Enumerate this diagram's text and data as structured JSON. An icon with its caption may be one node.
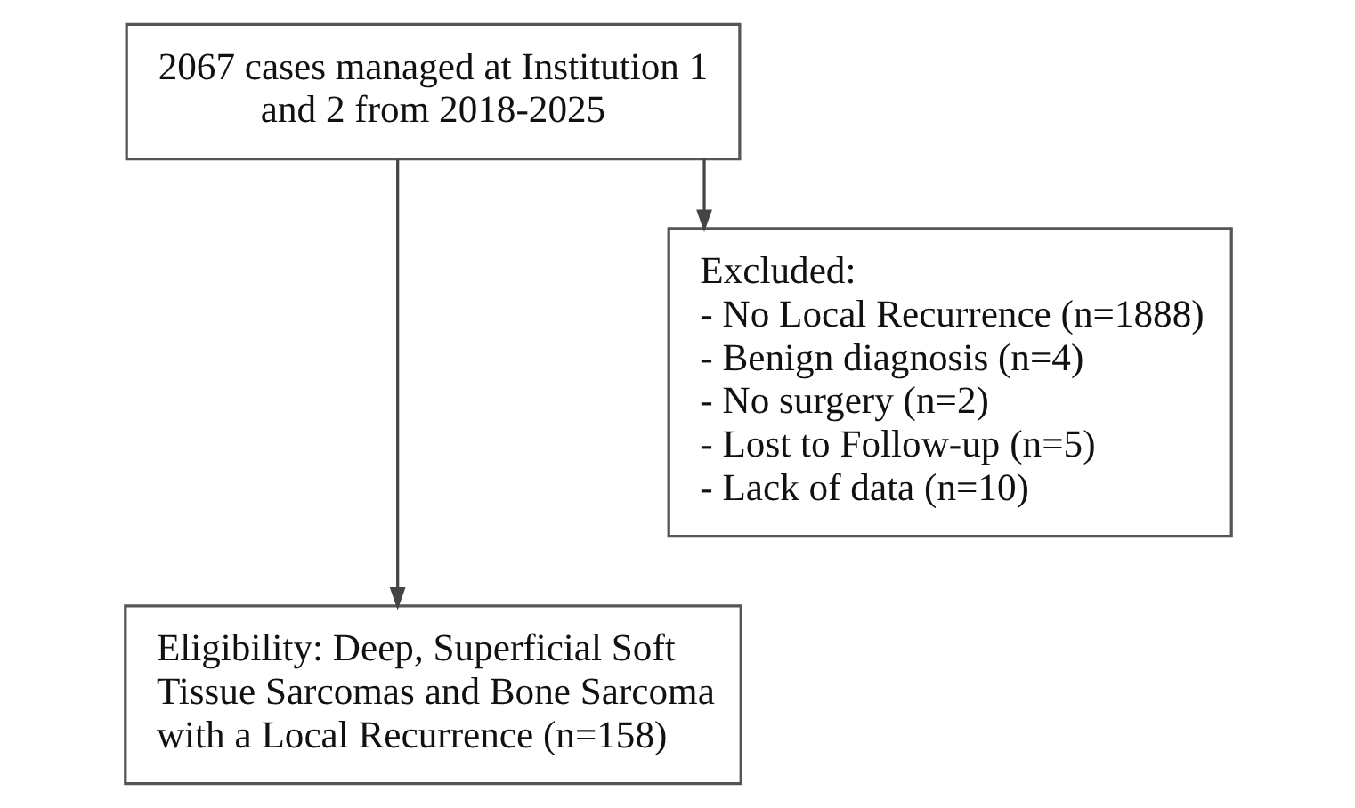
{
  "diagram": {
    "nodes": [
      {
        "text": [
          "2067 cases managed at Institution 1 and 2 from 2018-2025"
        ]
      },
      {
        "text": [
          "Excluded:",
          "- No Local Recurrence (n=1888)",
          "- Benign diagnosis (n=4)",
          "- No surgery (n=2)",
          "- Lost to Follow-up (n=5)",
          "- Lack of data (n=10)"
        ]
      },
      {
        "text": [
          "Eligibility: Deep, Superficial Soft Tissue Sarcomas and Bone Sarcoma with a Local Recurrence (n=158)"
        ]
      }
    ],
    "edges": [
      {
        "from": 0,
        "to": 2,
        "arrow": "to"
      },
      {
        "from": 0,
        "to": 1,
        "arrow": "to"
      }
    ]
  }
}
